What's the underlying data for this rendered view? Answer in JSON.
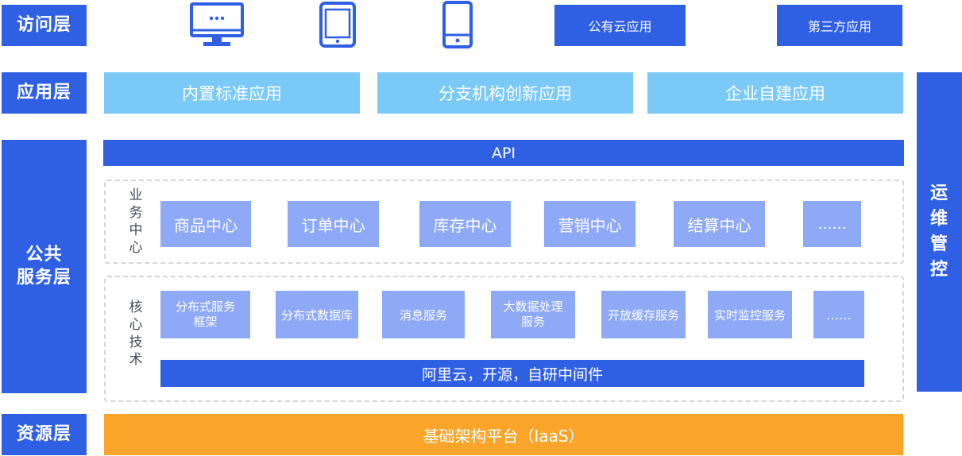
{
  "layers": {
    "access": "访问层",
    "application": "应用层",
    "public_service": "公共\n服务层",
    "resource": "资源层",
    "ops": "运\n维\n管\n控"
  },
  "access": {
    "icons": [
      "desktop-monitor-icon",
      "tablet-icon",
      "mobile-phone-icon"
    ],
    "public_cloud": "公有云应用",
    "third_party": "第三方应用"
  },
  "apps": [
    "内置标准应用",
    "分支机构创新应用",
    "企业自建应用"
  ],
  "api": "API",
  "business": {
    "label": "业\n务\n中\n心",
    "items": [
      "商品中心",
      "订单中心",
      "库存中心",
      "营销中心",
      "结算中心",
      "……"
    ]
  },
  "core": {
    "label": "核\n心\n技\n术",
    "items": [
      "分布式服务\n框架",
      "分布式数据库",
      "消息服务",
      "大数据处理\n服务",
      "开放缓存服务",
      "实时监控服务",
      "……"
    ],
    "middleware": "阿里云，开源，自研中间件"
  },
  "infra": "基础架构平台（IaaS）",
  "colors": {
    "dark_blue": "#2f5fe3",
    "light_blue": "#7ac9f7",
    "service_blue": "#8ea9f5",
    "orange": "#faa52a",
    "dashed_border": "#d4d7dd"
  }
}
